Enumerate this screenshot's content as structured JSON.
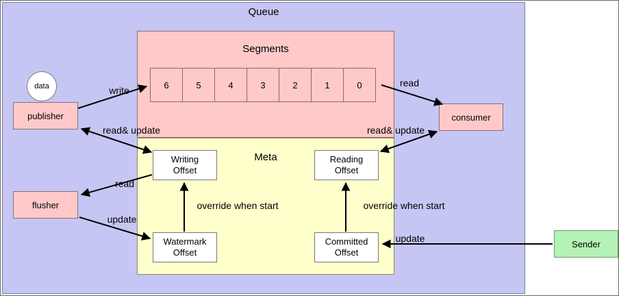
{
  "queue": {
    "label": "Queue"
  },
  "segments": {
    "label": "Segments",
    "cells": [
      "6",
      "5",
      "4",
      "3",
      "2",
      "1",
      "0"
    ]
  },
  "meta": {
    "label": "Meta"
  },
  "offsets": {
    "writing": "Writing\nOffset",
    "reading": "Reading\nOffset",
    "watermark": "Watermark\nOffset",
    "committed": "Committed\nOffset"
  },
  "nodes": {
    "data": "data",
    "publisher": "publisher",
    "flusher": "flusher",
    "consumer": "consumer",
    "sender": "Sender"
  },
  "edges": {
    "write": "write",
    "read": "read",
    "publisher_meta": "read& update",
    "consumer_meta": "read& update",
    "flusher_read": "read",
    "flusher_update": "update",
    "override_writing": "override when start",
    "override_reading": "override when start",
    "sender_update": "update"
  },
  "colors": {
    "queue_bg": "#c6c6f5",
    "segments_bg": "#ffc9c9",
    "meta_bg": "#ffffcb",
    "pink_node_bg": "#ffc9c9",
    "sender_bg": "#b5f2b5",
    "offset_bg": "#ffffff",
    "arrow": "#000000"
  }
}
